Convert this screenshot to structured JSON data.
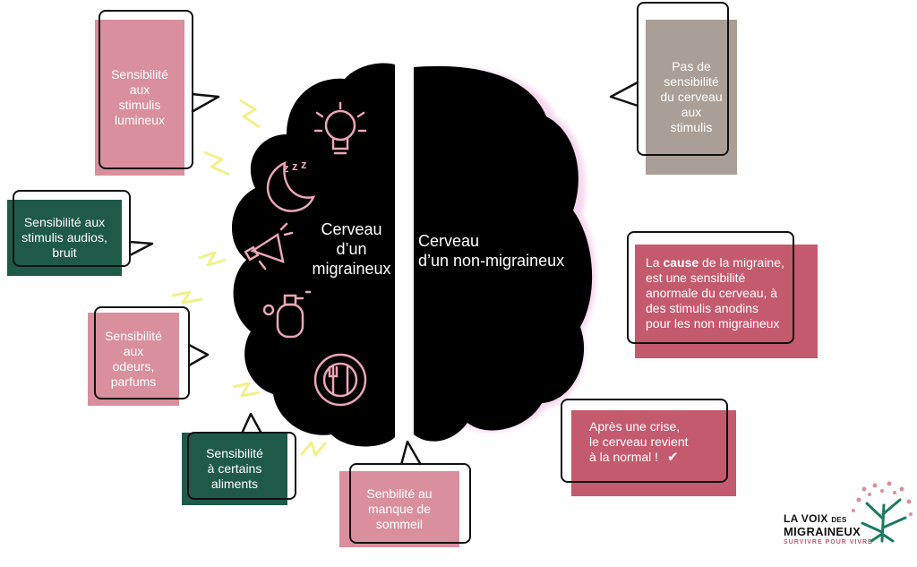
{
  "brain": {
    "left_label": "Cerveau\nd’un\nmigraineux",
    "right_label": "Cerveau\nd’un non-migraineux"
  },
  "callouts": {
    "light": "Sensibilité\naux\nstimulis\nlumineux",
    "audio": "Sensibilité aux\nstimulis audios,\nbruit",
    "smell": "Sensibilité\naux\nodeurs,\nparfums",
    "food": "Sensibilité\nà certains\naliments",
    "sleep": "Senbilité au\nmanque de\nsommeil",
    "no_sensitivity": "Pas de\nsensibilité\ndu cerveau\naux\nstimulis",
    "cause_prefix": "La ",
    "cause_bold": "cause",
    "cause_rest": " de la migraine,\nest une sensibilité\nanormale du cerveau, à\ndes stimulis anodins\npour les non migraineux",
    "after_crisis": "Après une crise,\nle cerveau revient\nà la normal !"
  },
  "icons": [
    "lightbulb-icon",
    "moon-icon",
    "megaphone-icon",
    "perfume-icon",
    "plate-icon",
    "check-icon",
    "tree-icon"
  ],
  "logo": {
    "line1": "LA VOIX",
    "line1_small": "DES",
    "line2": "MIGRAINEUX",
    "tagline": "SURVIVRE POUR VIVRE"
  },
  "colors": {
    "pink": "#d98f9e",
    "green": "#1f5a48",
    "taupe": "#a99f97",
    "rose": "#c45a6e",
    "brain": "#000000",
    "lightning": "#f2f08a"
  }
}
